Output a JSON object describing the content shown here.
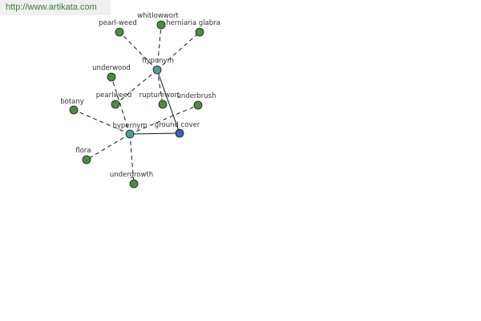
{
  "watermark": {
    "text": "http://www.artikata.com"
  },
  "colors": {
    "leaf": "#4f8a46",
    "relation": "#4f9a9a",
    "center": "#3f5fb0",
    "edge": "#111111",
    "watermark_text": "#3a7a3a"
  },
  "graph": {
    "nodes": [
      {
        "id": "ground-cover",
        "label": "ground cover",
        "kind": "center"
      },
      {
        "id": "hyponym",
        "label": "hyponym",
        "kind": "relation"
      },
      {
        "id": "hypernym",
        "label": "hypernym",
        "kind": "relation"
      },
      {
        "id": "pearl-weed",
        "label": "pearl-weed",
        "kind": "leaf"
      },
      {
        "id": "whitlowwort",
        "label": "whitlowwort",
        "kind": "leaf"
      },
      {
        "id": "herniaria-glabra",
        "label": "herniaria glabra",
        "kind": "leaf"
      },
      {
        "id": "pearlweed",
        "label": "pearlweed",
        "kind": "leaf"
      },
      {
        "id": "rupturewort",
        "label": "rupturewort",
        "kind": "leaf"
      },
      {
        "id": "underbrush",
        "label": "underbrush",
        "kind": "leaf"
      },
      {
        "id": "underwood",
        "label": "underwood",
        "kind": "leaf"
      },
      {
        "id": "botany",
        "label": "botany",
        "kind": "leaf"
      },
      {
        "id": "flora",
        "label": "flora",
        "kind": "leaf"
      },
      {
        "id": "undergrowth",
        "label": "undergrowth",
        "kind": "leaf"
      }
    ],
    "edges": [
      {
        "from": "ground-cover",
        "to": "hyponym",
        "style": "solid"
      },
      {
        "from": "ground-cover",
        "to": "hypernym",
        "style": "solid"
      },
      {
        "from": "hyponym",
        "to": "pearl-weed",
        "style": "dashed"
      },
      {
        "from": "hyponym",
        "to": "whitlowwort",
        "style": "dashed"
      },
      {
        "from": "hyponym",
        "to": "herniaria-glabra",
        "style": "dashed"
      },
      {
        "from": "hyponym",
        "to": "pearlweed",
        "style": "dashed"
      },
      {
        "from": "hyponym",
        "to": "rupturewort",
        "style": "dashed"
      },
      {
        "from": "hypernym",
        "to": "underwood",
        "style": "dashed"
      },
      {
        "from": "hypernym",
        "to": "botany",
        "style": "dashed"
      },
      {
        "from": "hypernym",
        "to": "flora",
        "style": "dashed"
      },
      {
        "from": "hypernym",
        "to": "undergrowth",
        "style": "dashed"
      },
      {
        "from": "hypernym",
        "to": "underbrush",
        "style": "dashed"
      }
    ]
  }
}
